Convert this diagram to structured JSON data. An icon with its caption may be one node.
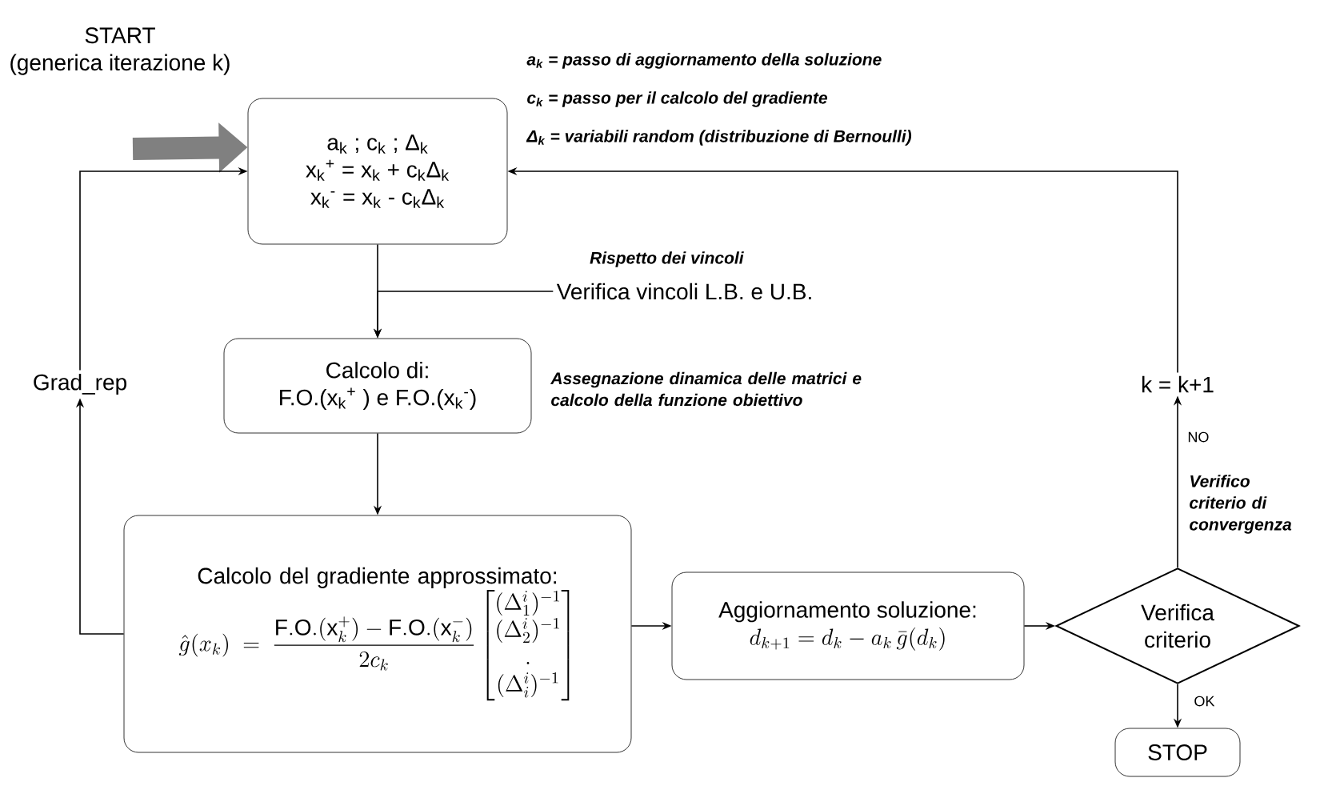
{
  "diagram": {
    "nodes": [
      {
        "text": [
          "START",
          "(generica iterazione k)"
        ]
      },
      {
        "text": [
          "a$_{k}$ ; c$_{k}$ ; Δ$_{k}$",
          "x$_{k}$$^{+}$ = x$_{k}$ + c$_{k}$Δ$_{k}$",
          "x$_{k}$$^{-}$ = x$_{k}$ - c$_{k}$Δ$_{k}$"
        ]
      },
      {
        "text": [
          "Verifica vincoli L.B. e U.B."
        ],
        "beside": [
          "Rispetto dei vincoli"
        ]
      },
      {
        "text": [
          "Calcolo di:",
          "F.O.(x$_{k}$$^{+}$ ) e F.O.(x$_{k}$$^{-}$)"
        ],
        "beside": [
          "Assegnazione dinamica delle matrici e calcolo della funzione obiettivo"
        ]
      },
      {
        "text": [
          "Calcolo del gradiente approssimato:",
          "\\hat{g}(x_{k}) = \\frac{\\mathrm{F.O.}(\\mathrm{x}_{k}^{+}) - \\mathrm{F.O.}(\\mathrm{x}_{k}^{-})}{2c_{k}}\\begin{bmatrix}(\\Delta^{i}_{1})^{-1}\\\\ (\\Delta^{i}_{2})^{-1}\\\\ .\\\\ (\\Delta^{i}_{i})^{-1}\\end{bmatrix}"
        ]
      },
      {
        "text": [
          "Aggiornamento soluzione:",
          "d_{k+1} = d_{k} - a_{k}\\,\\bar{g}(d_{k})"
        ]
      },
      {
        "text": [
          "Verifica criterio"
        ]
      },
      {
        "text": [
          "STOP"
        ]
      },
      {
        "text": [
          "k = k+1"
        ]
      },
      {
        "text": [
          "Grad_rep"
        ]
      }
    ],
    "edges": [
      {
        "from": null,
        "to": 1,
        "arrow": "to",
        "style": "thick",
        "color": "#808080"
      },
      {
        "from": 1,
        "to": 3,
        "arrow": "to"
      },
      {
        "from": 2,
        "to": 3,
        "arrow": "to"
      },
      {
        "from": 3,
        "to": 4,
        "arrow": "to"
      },
      {
        "from": 4,
        "to": 5,
        "arrow": "to"
      },
      {
        "from": 5,
        "to": 6,
        "arrow": "to"
      },
      {
        "from": 6,
        "to": 7,
        "arrow": "to",
        "label": "OK"
      },
      {
        "from": 6,
        "to": 8,
        "arrow": "to",
        "label": "NO"
      },
      {
        "from": 8,
        "to": 1,
        "arrow": "to"
      },
      {
        "from": 4,
        "to": 9,
        "arrow": "to"
      },
      {
        "from": 9,
        "to": 1,
        "arrow": "to"
      }
    ],
    "labels": [
      "a$_{k}$ = passo di aggiornamento della soluzione",
      "c$_{k}$ = passo per il calcolo del gradiente",
      "Δ$_{k}$ = variabili random (distribuzione di Bernoulli)",
      "Verifico criterio di convergenza"
    ]
  }
}
